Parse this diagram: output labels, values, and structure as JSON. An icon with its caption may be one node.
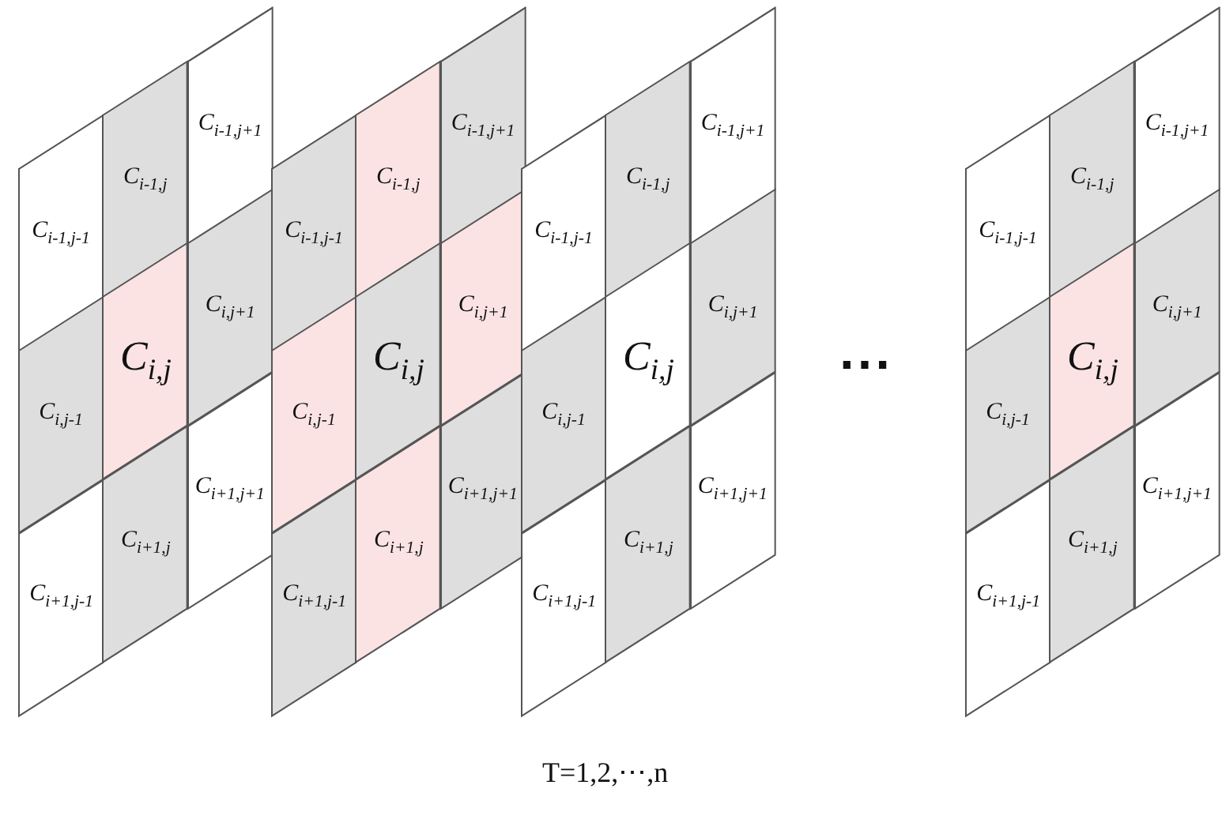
{
  "diagram": {
    "nodes": [
      {
        "text": [],
        "shape": "parallelogram"
      },
      {
        "text": [
          "C$_{i-1,j-1}$"
        ],
        "in": 0
      },
      {
        "text": [
          "C$_{i-1,j}$"
        ],
        "in": 0
      },
      {
        "text": [
          "C$_{i-1,j+1}$"
        ],
        "in": 0
      },
      {
        "text": [
          "C$_{i,j-1}$"
        ],
        "in": 0
      },
      {
        "text": [
          "C$_{i,j}$"
        ],
        "in": 0
      },
      {
        "text": [
          "C$_{i,j+1}$"
        ],
        "in": 0
      },
      {
        "text": [
          "C$_{i+1,j-1}$"
        ],
        "in": 0
      },
      {
        "text": [
          "C$_{i+1,j}$"
        ],
        "in": 0
      },
      {
        "text": [
          "C$_{i+1,j+1}$"
        ],
        "in": 0
      },
      {
        "text": [],
        "shape": "parallelogram"
      },
      {
        "text": [
          "C$_{i-1,j-1}$"
        ],
        "in": 10
      },
      {
        "text": [
          "C$_{i-1,j}$"
        ],
        "in": 10
      },
      {
        "text": [
          "C$_{i-1,j+1}$"
        ],
        "in": 10
      },
      {
        "text": [
          "C$_{i,j-1}$"
        ],
        "in": 10
      },
      {
        "text": [
          "C$_{i,j}$"
        ],
        "in": 10
      },
      {
        "text": [
          "C$_{i,j+1}$"
        ],
        "in": 10
      },
      {
        "text": [
          "C$_{i+1,j-1}$"
        ],
        "in": 10
      },
      {
        "text": [
          "C$_{i+1,j}$"
        ],
        "in": 10
      },
      {
        "text": [
          "C$_{i+1,j+1}$"
        ],
        "in": 10
      },
      {
        "text": [],
        "shape": "parallelogram"
      },
      {
        "text": [
          "C$_{i-1,j-1}$"
        ],
        "in": 20
      },
      {
        "text": [
          "C$_{i-1,j}$"
        ],
        "in": 20
      },
      {
        "text": [
          "C$_{i-1,j+1}$"
        ],
        "in": 20
      },
      {
        "text": [
          "C$_{i,j-1}$"
        ],
        "in": 20
      },
      {
        "text": [
          "C$_{i,j}$"
        ],
        "in": 20
      },
      {
        "text": [
          "C$_{i,j+1}$"
        ],
        "in": 20
      },
      {
        "text": [
          "C$_{i+1,j-1}$"
        ],
        "in": 20
      },
      {
        "text": [
          "C$_{i+1,j}$"
        ],
        "in": 20
      },
      {
        "text": [
          "C$_{i+1,j+1}$"
        ],
        "in": 20
      },
      {
        "text": [],
        "shape": "parallelogram"
      },
      {
        "text": [
          "C$_{i-1,j-1}$"
        ],
        "in": 30
      },
      {
        "text": [
          "C$_{i-1,j}$"
        ],
        "in": 30
      },
      {
        "text": [
          "C$_{i-1,j+1}$"
        ],
        "in": 30
      },
      {
        "text": [
          "C$_{i,j-1}$"
        ],
        "in": 30
      },
      {
        "text": [
          "C$_{i,j}$"
        ],
        "in": 30
      },
      {
        "text": [
          "C$_{i,j+1}$"
        ],
        "in": 30
      },
      {
        "text": [
          "C$_{i+1,j-1}$"
        ],
        "in": 30
      },
      {
        "text": [
          "C$_{i+1,j}$"
        ],
        "in": 30
      },
      {
        "text": [
          "C$_{i+1,j+1}$"
        ],
        "in": 30
      }
    ],
    "labels": [
      "⋯",
      "T=1,2,⋯,n"
    ]
  }
}
